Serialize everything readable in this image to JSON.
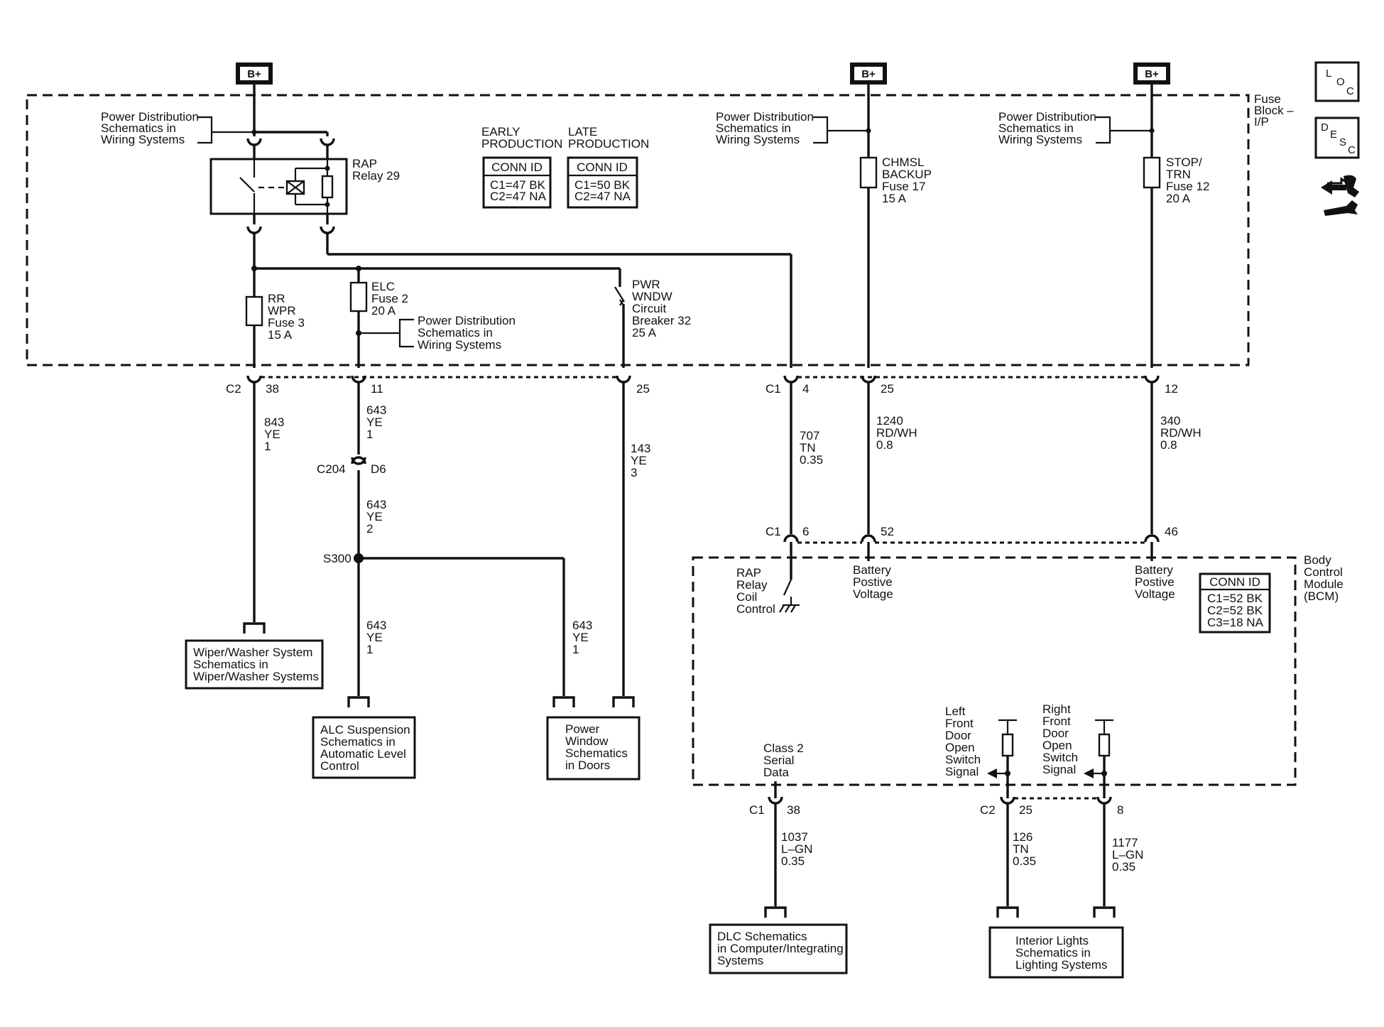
{
  "bplus": "B+",
  "fuse_block_lines": [
    "Fuse",
    "Block –",
    "I/P"
  ],
  "bcm_lines": [
    "Body",
    "Control",
    "Module",
    "(BCM)"
  ],
  "pd_lines": [
    "Power Distribution",
    "Schematics in",
    "Wiring Systems"
  ],
  "rap_relay": [
    "RAP",
    "Relay 29"
  ],
  "early_production": [
    "EARLY",
    "PRODUCTION"
  ],
  "late_production": [
    "LATE",
    "PRODUCTION"
  ],
  "conn_id": "CONN ID",
  "early_conn": [
    "C1=47 BK",
    "C2=47 NA"
  ],
  "late_conn": [
    "C1=50 BK",
    "C2=47 NA"
  ],
  "bcm_conn": [
    "C1=52 BK",
    "C2=52 BK",
    "C3=18 NA"
  ],
  "fuses": {
    "rr_wpr": [
      "RR",
      "WPR",
      "Fuse 3",
      "15 A"
    ],
    "elc": [
      "ELC",
      "Fuse 2",
      "20 A"
    ],
    "pwr_wndw": [
      "PWR",
      "WNDW",
      "Circuit",
      "Breaker 32",
      "25 A"
    ],
    "chmsl": [
      "CHMSL",
      "BACKUP",
      "Fuse 17",
      "15 A"
    ],
    "stop_trn": [
      "STOP/",
      "TRN",
      "Fuse 12",
      "20 A"
    ]
  },
  "connectors": {
    "c1": "C1",
    "c2": "C2",
    "c204": "C204",
    "s300": "S300",
    "pins": {
      "p38": "38",
      "p11": "11",
      "p25": "25",
      "p4": "4",
      "p12": "12",
      "d6": "D6",
      "p6": "6",
      "p52": "52",
      "p46": "46",
      "p8": "8"
    }
  },
  "wires": {
    "w843": [
      "843",
      "YE",
      "1"
    ],
    "w643a": [
      "643",
      "YE",
      "1"
    ],
    "w643b": [
      "643",
      "YE",
      "2"
    ],
    "w643c": [
      "643",
      "YE",
      "1"
    ],
    "w643d": [
      "643",
      "YE",
      "1"
    ],
    "w143": [
      "143",
      "YE",
      "3"
    ],
    "w707": [
      "707",
      "TN",
      "0.35"
    ],
    "w1240": [
      "1240",
      "RD/WH",
      "0.8"
    ],
    "w340": [
      "340",
      "RD/WH",
      "0.8"
    ],
    "w1037": [
      "1037",
      "L–GN",
      "0.35"
    ],
    "w126": [
      "126",
      "TN",
      "0.35"
    ],
    "w1177": [
      "1177",
      "L–GN",
      "0.35"
    ]
  },
  "bcm_labels": {
    "rap_coil": [
      "RAP",
      "Relay",
      "Coil",
      "Control"
    ],
    "batt_voltage": [
      "Battery",
      "Postive",
      "Voltage"
    ],
    "class2": [
      "Class 2",
      "Serial",
      "Data"
    ],
    "lf_door": [
      "Left",
      "Front",
      "Door",
      "Open",
      "Switch",
      "Signal"
    ],
    "rf_door": [
      "Right",
      "Front",
      "Door",
      "Open",
      "Switch",
      "Signal"
    ]
  },
  "refs": {
    "wiper": [
      "Wiper/Washer System",
      "Schematics in",
      "Wiper/Washer Systems"
    ],
    "alc": [
      "ALC Suspension",
      "Schematics in",
      "Automatic Level",
      "Control"
    ],
    "power_window": [
      "Power",
      "Window",
      "Schematics",
      "in Doors"
    ],
    "dlc": [
      "DLC Schematics",
      "in Computer/Integrating",
      "Systems"
    ],
    "interior": [
      "Interior Lights",
      "Schematics in",
      "Lighting Systems"
    ]
  },
  "side_icons": {
    "loc": [
      "L",
      "O",
      "C"
    ],
    "desc": [
      "D",
      "E",
      "S",
      "C"
    ],
    "wrench_icon": "arrows-and-wrench-icon"
  }
}
